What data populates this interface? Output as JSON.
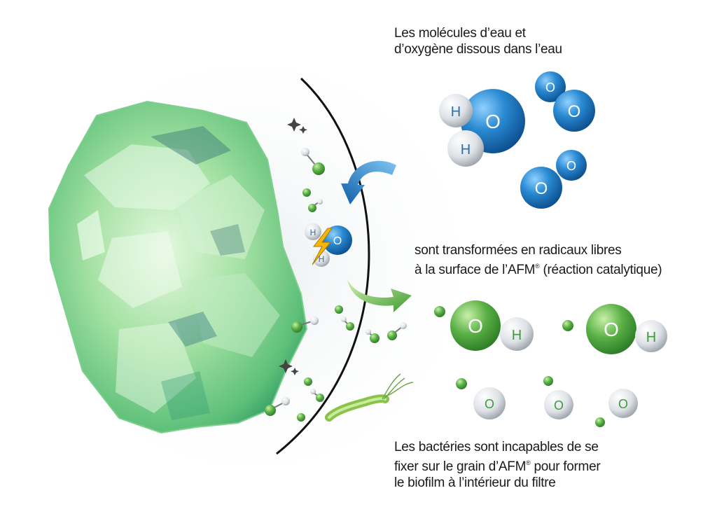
{
  "captions": {
    "top": {
      "line1": "Les molécules d’eau et",
      "line2": "d’oxygène dissous dans l’eau"
    },
    "middle": {
      "line1": "sont transformées en radicaux libres",
      "line2_part1": "à la surface de l’AFM",
      "line2_reg": "®",
      "line2_part2": " (réaction catalytique)"
    },
    "bottom": {
      "line1": "Les bactéries sont incapables de se",
      "line2_part1": "fixer sur le grain d’AFM",
      "line2_reg": "®",
      "line2_part2": " pour former",
      "line3": "le biofilm à l’intérieur du filtre"
    }
  },
  "atom_labels": {
    "hydrogen": "H",
    "oxygen": "O"
  },
  "colors": {
    "water_oxygen": "#1f7fc4",
    "hydrogen": "#d9dde2",
    "radical_green": "#5ab046",
    "radical_oxygen_small": "#e2e6ea",
    "glass_green": "#9fe0a6",
    "arrow_blue": "#1a74c2",
    "arrow_green": "#66b848",
    "surface_line": "#111111",
    "lightning": "#f5b60a"
  },
  "icons": {
    "sparkle": "sparkle-icon",
    "lightning": "lightning-icon",
    "bacteria": "bacteria-icon"
  }
}
